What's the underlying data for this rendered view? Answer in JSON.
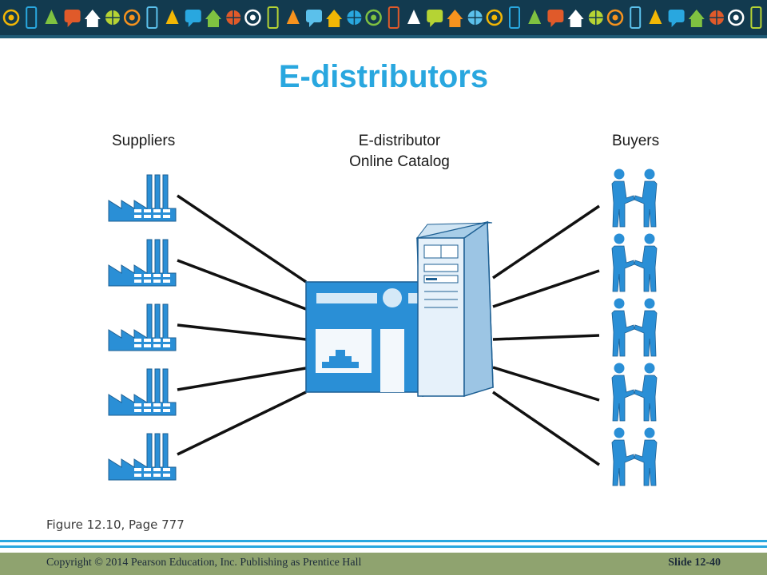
{
  "title": "E-distributors",
  "diagram": {
    "left_label": "Suppliers",
    "center_label_line1": "E-distributor",
    "center_label_line2": "Online Catalog",
    "right_label": "Buyers",
    "supplier_count": 5,
    "buyer_count": 5,
    "accent_color": "#2a8fd6"
  },
  "caption": "Figure 12.10, Page 777",
  "footer": {
    "copyright": "Copyright © 2014 Pearson Education, Inc. Publishing as Prentice Hall",
    "slide": "Slide 12-40"
  },
  "banner": {
    "icons": [
      "at-icon",
      "smartphone-icon",
      "video-icon",
      "chat-icon",
      "airplane-icon",
      "thumbs-up-icon",
      "wifi-icon",
      "sms-icon",
      "home-icon",
      "globe-icon",
      "email-icon",
      "people-icon",
      "laptop-icon"
    ]
  }
}
